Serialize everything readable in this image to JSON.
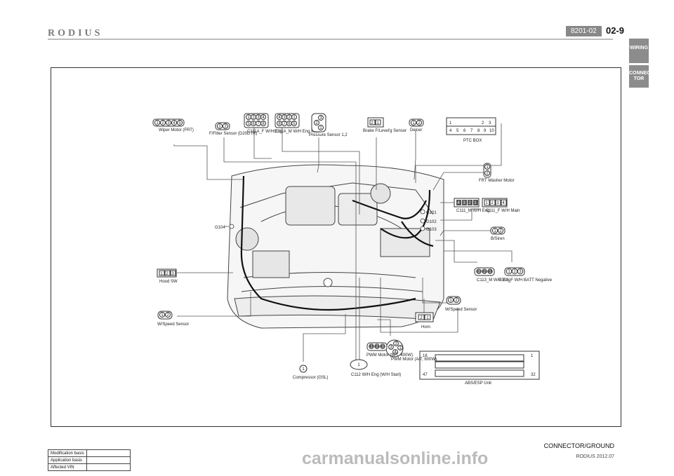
{
  "header": {
    "brand": "RODIUS",
    "section_code": "8201-02",
    "page_number": "02-9"
  },
  "side_tabs": {
    "wiring": "WIRING",
    "connector": "CONNEC TOR"
  },
  "diagram": {
    "connectors": [
      {
        "label": "Wiper Motor (FRT)",
        "pins": [
          "1",
          "2",
          "3",
          "4",
          "5"
        ]
      },
      {
        "label": "F/Filter Sensor (D20DTR)",
        "pins": [
          "1",
          "2"
        ]
      },
      {
        "label": "C111A_F W/H Eng",
        "pins": [
          "1",
          "2",
          "3",
          "4",
          "5",
          "6",
          "7",
          "8"
        ]
      },
      {
        "label": "C111A_M W/H Eng Main",
        "pins": [
          "4",
          "3",
          "2",
          "1",
          "8",
          "7",
          "6",
          "5"
        ]
      },
      {
        "label": "Pressure Sensor 1,2",
        "pins": [
          "1",
          "2",
          "3"
        ]
      },
      {
        "label": "Brake F/Level'g Sensor",
        "pins": [
          "2",
          "1"
        ]
      },
      {
        "label": "Deicer",
        "pins": [
          "1",
          "2"
        ]
      },
      {
        "label": "PTC BOX",
        "pins": [
          "1",
          "2",
          "3",
          "4",
          "5",
          "6",
          "7",
          "8",
          "9",
          "10"
        ]
      },
      {
        "label": "FRT Washer Motor",
        "pins": [
          "1",
          "2"
        ]
      },
      {
        "label": "C111_M W/H Eng",
        "pins": [
          "4",
          "3",
          "2",
          "1"
        ]
      },
      {
        "label": "C111_F W/H Main",
        "pins": [
          "1",
          "2",
          "3",
          "4"
        ]
      },
      {
        "label": "B/Siren",
        "pins": [
          "1",
          "2"
        ]
      },
      {
        "label": "C113_M W/H Eng",
        "pins": [
          "3",
          "2",
          "1"
        ]
      },
      {
        "label": "C113_F W/H BATT Negative",
        "pins": [
          "1",
          "2",
          "3"
        ]
      },
      {
        "label": "W/Speed Sensor",
        "pins": [
          "1",
          "2"
        ]
      },
      {
        "label": "Horn",
        "pins": [
          "2",
          "1"
        ]
      },
      {
        "label": "ABS/ESP Unit",
        "pins": [
          "16",
          "1",
          "47",
          "32"
        ]
      },
      {
        "label": "PWM Motor (A/T, 600W)",
        "pins": [
          "3",
          "2",
          "1",
          "4"
        ]
      },
      {
        "label": "PWM Motor (M/T, 400W)",
        "pins": [
          "1",
          "2",
          "3"
        ]
      },
      {
        "label": "C112 W/H Eng (W/H Start)",
        "pins": [
          "1"
        ]
      },
      {
        "label": "Compressor (GSL)",
        "pins": [
          "1"
        ]
      },
      {
        "label": "Hood SW",
        "pins": [
          "1",
          "2",
          "3"
        ]
      },
      {
        "label": "W/Speed Sensor",
        "pins": [
          "1",
          "2"
        ]
      }
    ],
    "grounds": [
      "G101",
      "G102",
      "G103",
      "G104"
    ]
  },
  "footer": {
    "title": "CONNECTOR/GROUND",
    "model": "RODIUS 2012.07",
    "table_rows": [
      "Modification basis",
      "Application basis",
      "Affected VIN"
    ]
  },
  "watermark": "carmanualsonline.info"
}
